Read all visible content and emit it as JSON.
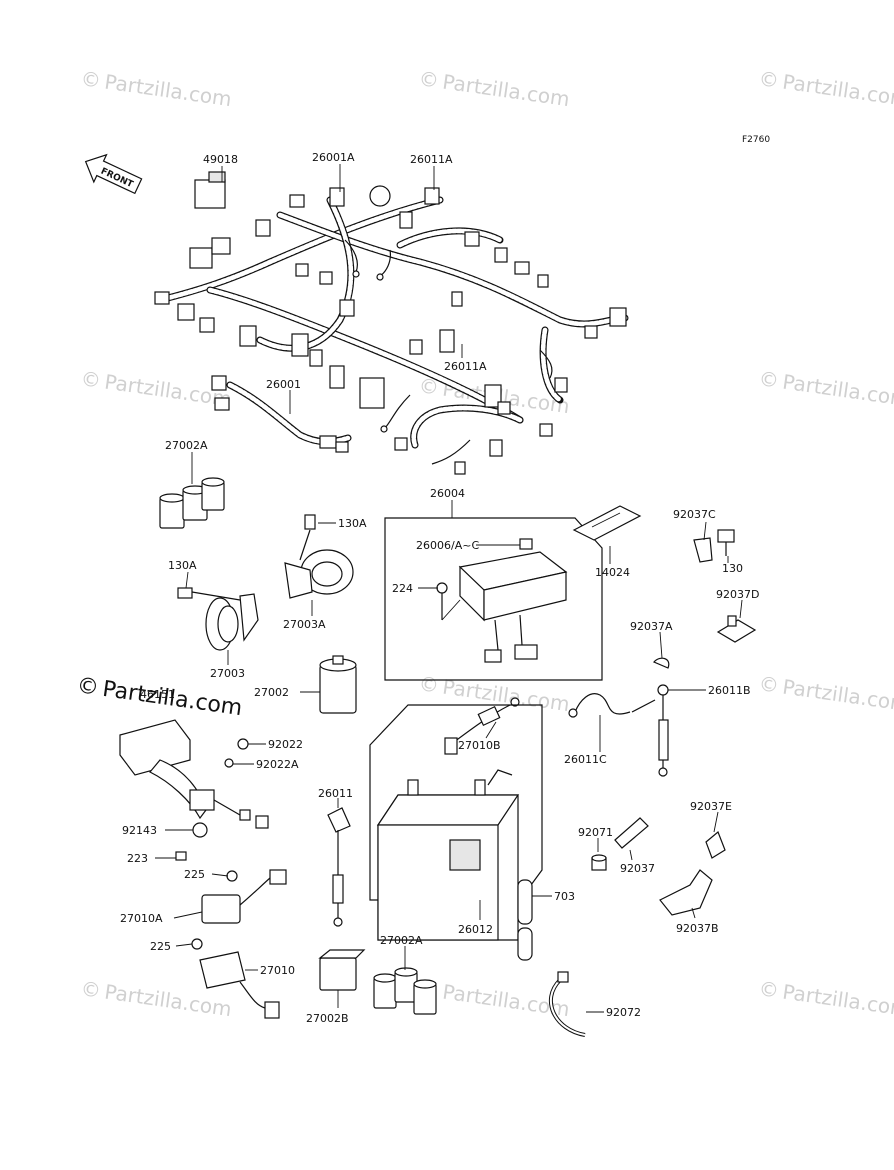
{
  "figure_code": "F2760",
  "front_label": "FRONT",
  "watermark": "Partzilla.com",
  "watermark_symbol": "©",
  "labels": [
    "49018",
    "26001A",
    "26011A",
    "26011A",
    "26001",
    "27002A",
    "26004",
    "130A",
    "14024",
    "92037C",
    "130",
    "26006/A~C",
    "224",
    "130A",
    "27003A",
    "92037D",
    "27003",
    "92037A",
    "27002",
    "26011B",
    "27010B",
    "92022",
    "92022A",
    "26011C",
    "26011",
    "92143",
    "92071",
    "92037E",
    "223",
    "92037",
    "225",
    "703",
    "26012",
    "27010A",
    "92037B",
    "27002A",
    "225",
    "27010",
    "27002B",
    "92072",
    "46151"
  ],
  "colors": {
    "ink": "#111111",
    "watermark": "#d0d0d0"
  }
}
